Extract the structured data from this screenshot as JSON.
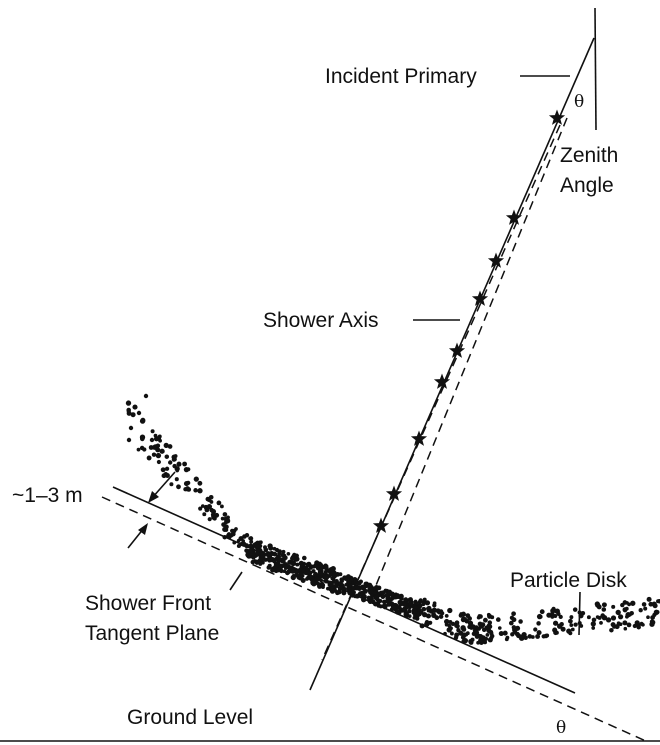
{
  "labels": {
    "incident_primary": "Incident Primary",
    "zenith_line1": "Zenith",
    "zenith_line2": "Angle",
    "theta_top": "θ",
    "shower_axis": "Shower Axis",
    "particle_disk": "Particle Disk",
    "thickness": "~1–3 m",
    "front_line1": "Shower Front",
    "front_line2": "Tangent Plane",
    "ground_level": "Ground Level",
    "theta_bottom": "θ"
  },
  "colors": {
    "ink": "#111111",
    "background": "#ffffff"
  }
}
